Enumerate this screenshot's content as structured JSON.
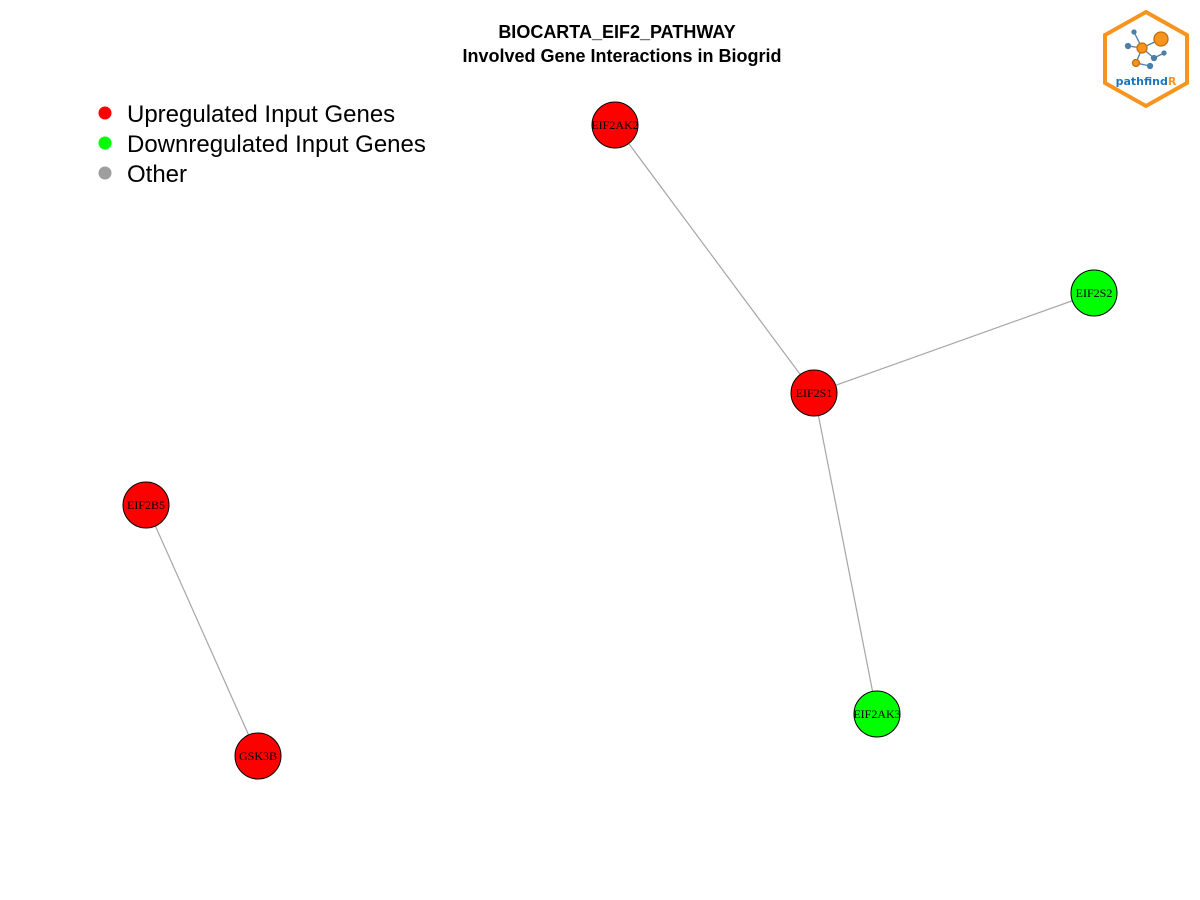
{
  "header": {
    "title": "BIOCARTA_EIF2_PATHWAY",
    "subtitle": "Involved Gene Interactions in Biogrid"
  },
  "legend": {
    "items": [
      {
        "label": "Upregulated Input Genes",
        "color": "#ff0000"
      },
      {
        "label": "Downregulated Input Genes",
        "color": "#00ff00"
      },
      {
        "label": "Other",
        "color": "#9e9e9e"
      }
    ]
  },
  "network": {
    "nodes": [
      {
        "id": "EIF2AK2",
        "label": "EIF2AK2",
        "status": "up"
      },
      {
        "id": "EIF2S2",
        "label": "EIF2S2",
        "status": "down"
      },
      {
        "id": "EIF2S1",
        "label": "EIF2S1",
        "status": "up"
      },
      {
        "id": "EIF2B5",
        "label": "EIF2B5",
        "status": "up"
      },
      {
        "id": "EIF2AK3",
        "label": "EIF2AK3",
        "status": "down"
      },
      {
        "id": "GSK3B",
        "label": "GSK3B",
        "status": "up"
      }
    ],
    "edges": [
      {
        "source": "EIF2AK2",
        "target": "EIF2S1"
      },
      {
        "source": "EIF2S1",
        "target": "EIF2S2"
      },
      {
        "source": "EIF2S1",
        "target": "EIF2AK3"
      },
      {
        "source": "EIF2B5",
        "target": "GSK3B"
      }
    ],
    "colors": {
      "up": "#ff0000",
      "down": "#00ff00",
      "edge": "#a6a6a6"
    }
  },
  "logo": {
    "text_main": "pathfind",
    "text_accent": "R",
    "border_color": "#f7941d",
    "text_color": "#1b75bc"
  }
}
